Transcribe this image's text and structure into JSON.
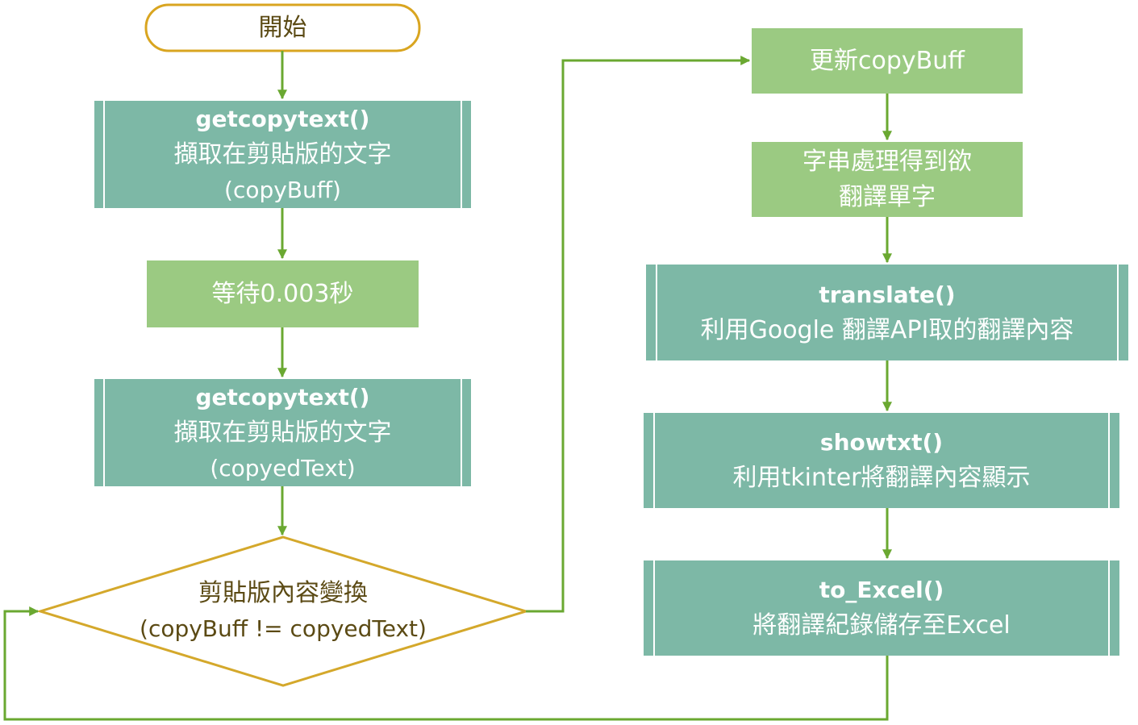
{
  "colors": {
    "arrow": "#6aa831",
    "terminator_border": "#d9a520",
    "process_fill": "#7db8a6",
    "simple_fill": "#9bca82",
    "decision_border": "#d4a82b"
  },
  "nodes": {
    "start": {
      "label": "開始"
    },
    "get1": {
      "func": "getcopytext()",
      "desc": "擷取在剪貼版的文字",
      "var": "(copyBuff)"
    },
    "wait": {
      "label": "等待0.003秒"
    },
    "get2": {
      "func": "getcopytext()",
      "desc": "擷取在剪貼版的文字",
      "var": "(copyedText)"
    },
    "decision": {
      "title": "剪貼版內容變換",
      "cond": "(copyBuff != copyedText)"
    },
    "update": {
      "label": "更新copyBuff"
    },
    "process": {
      "line1": "字串處理得到欲",
      "line2": "翻譯單字"
    },
    "translate": {
      "func": "translate()",
      "desc": "利用Google 翻譯API取的翻譯內容"
    },
    "show": {
      "func": "showtxt()",
      "desc": "利用tkinter將翻譯內容顯示"
    },
    "excel": {
      "func": "to_Excel()",
      "desc": "將翻譯紀錄儲存至Excel"
    }
  }
}
